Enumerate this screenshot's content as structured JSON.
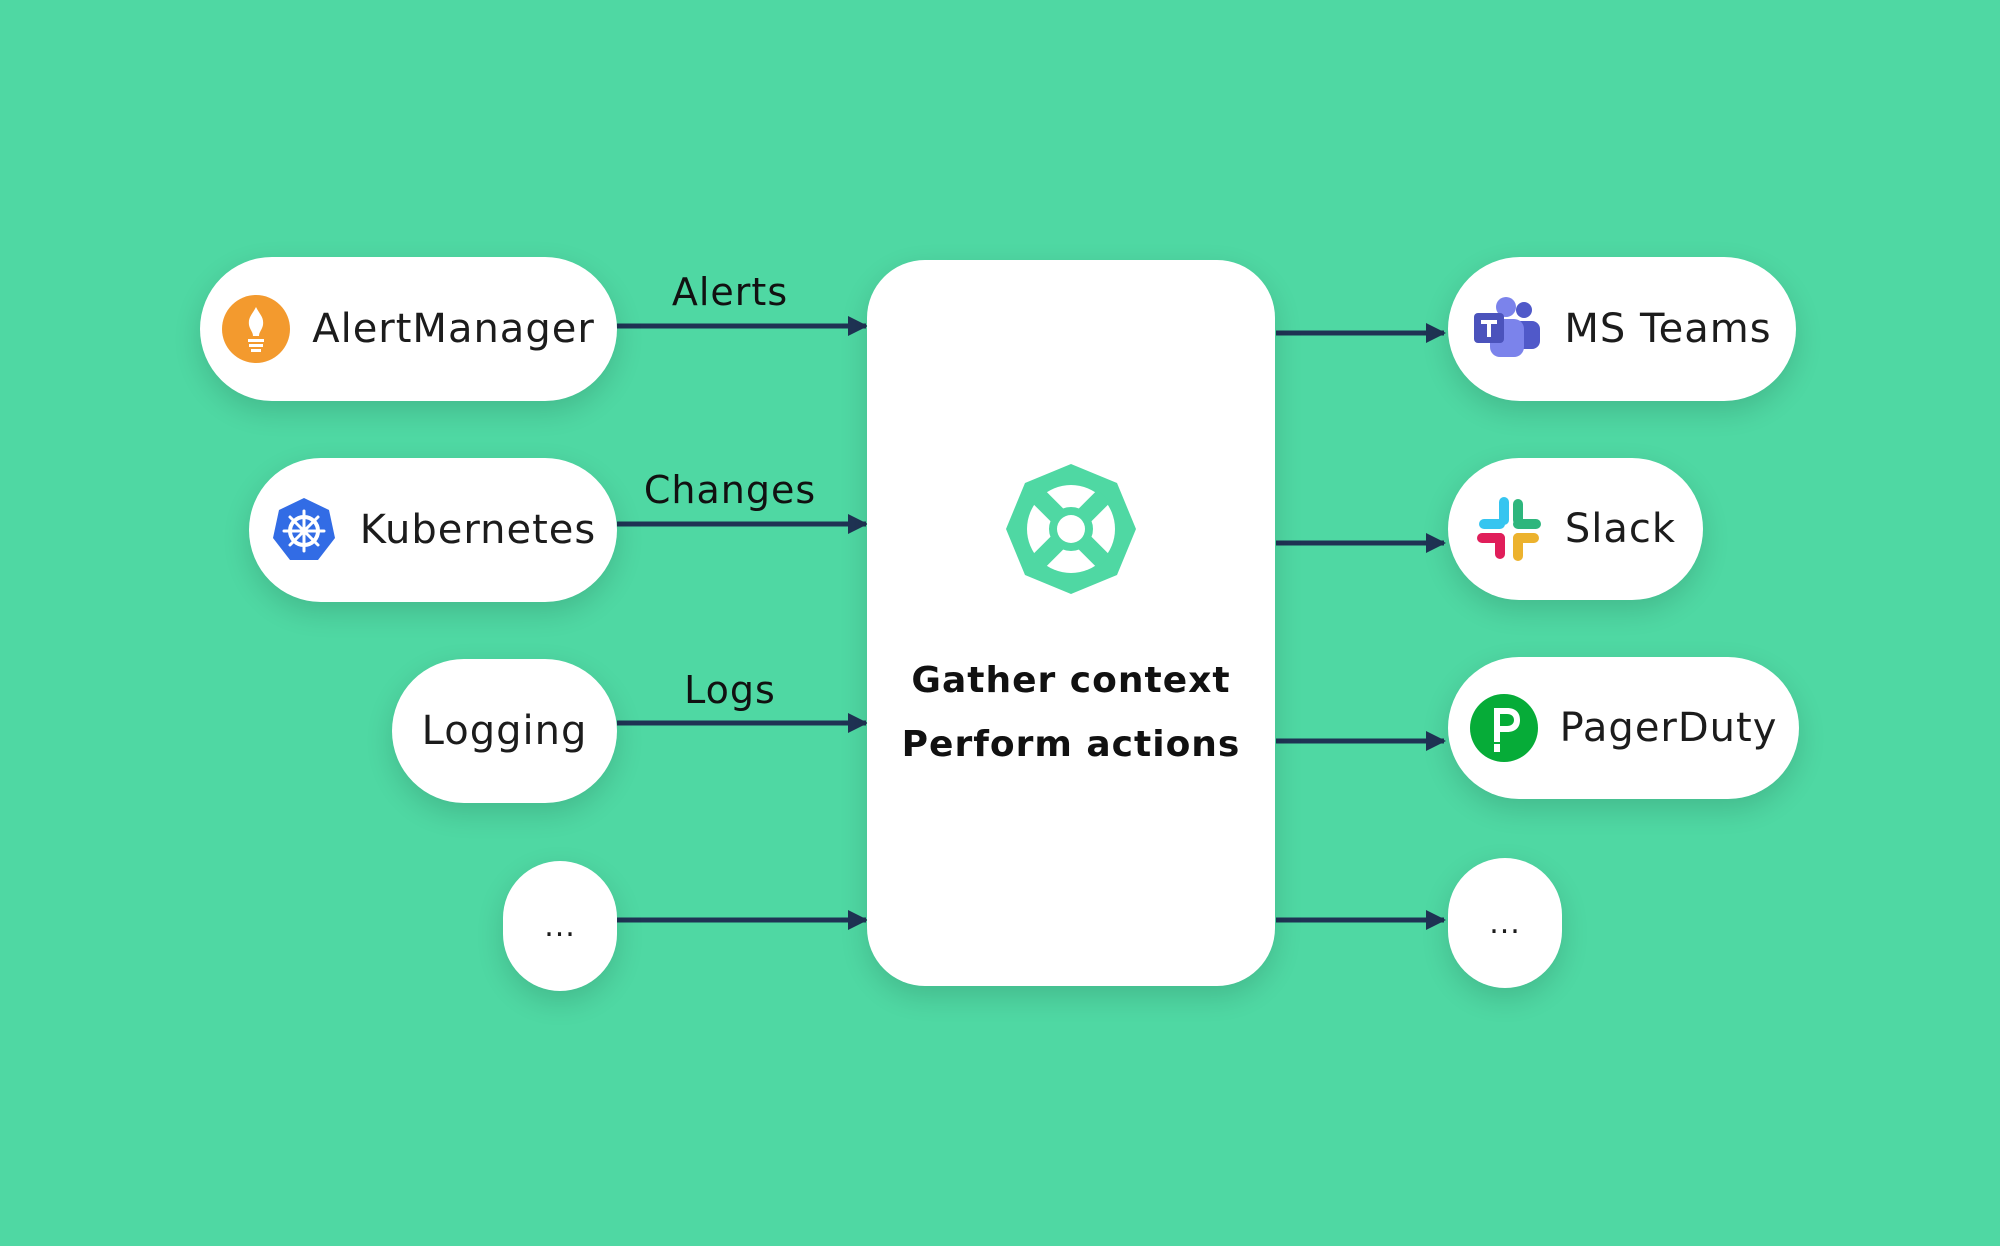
{
  "sources": [
    {
      "label": "AlertManager",
      "icon": "prometheus-icon",
      "edge_label": "Alerts"
    },
    {
      "label": "Kubernetes",
      "icon": "kubernetes-icon",
      "edge_label": "Changes"
    },
    {
      "label": "Logging",
      "icon": "",
      "edge_label": "Logs"
    },
    {
      "label": "...",
      "icon": "",
      "edge_label": ""
    }
  ],
  "center": {
    "line1": "Gather context",
    "line2": "Perform actions",
    "icon": "robusta-lifebuoy-icon"
  },
  "destinations": [
    {
      "label": "MS Teams",
      "icon": "ms-teams-icon"
    },
    {
      "label": "Slack",
      "icon": "slack-icon"
    },
    {
      "label": "PagerDuty",
      "icon": "pagerduty-icon"
    },
    {
      "label": "...",
      "icon": ""
    }
  ],
  "colors": {
    "background": "#4fd8a3",
    "arrow": "#1f3354",
    "accent": "#4fd8a3",
    "prometheus": "#f39a2e",
    "kubernetes": "#326ce5",
    "pagerduty": "#06ac38",
    "teams": "#5059c9"
  }
}
